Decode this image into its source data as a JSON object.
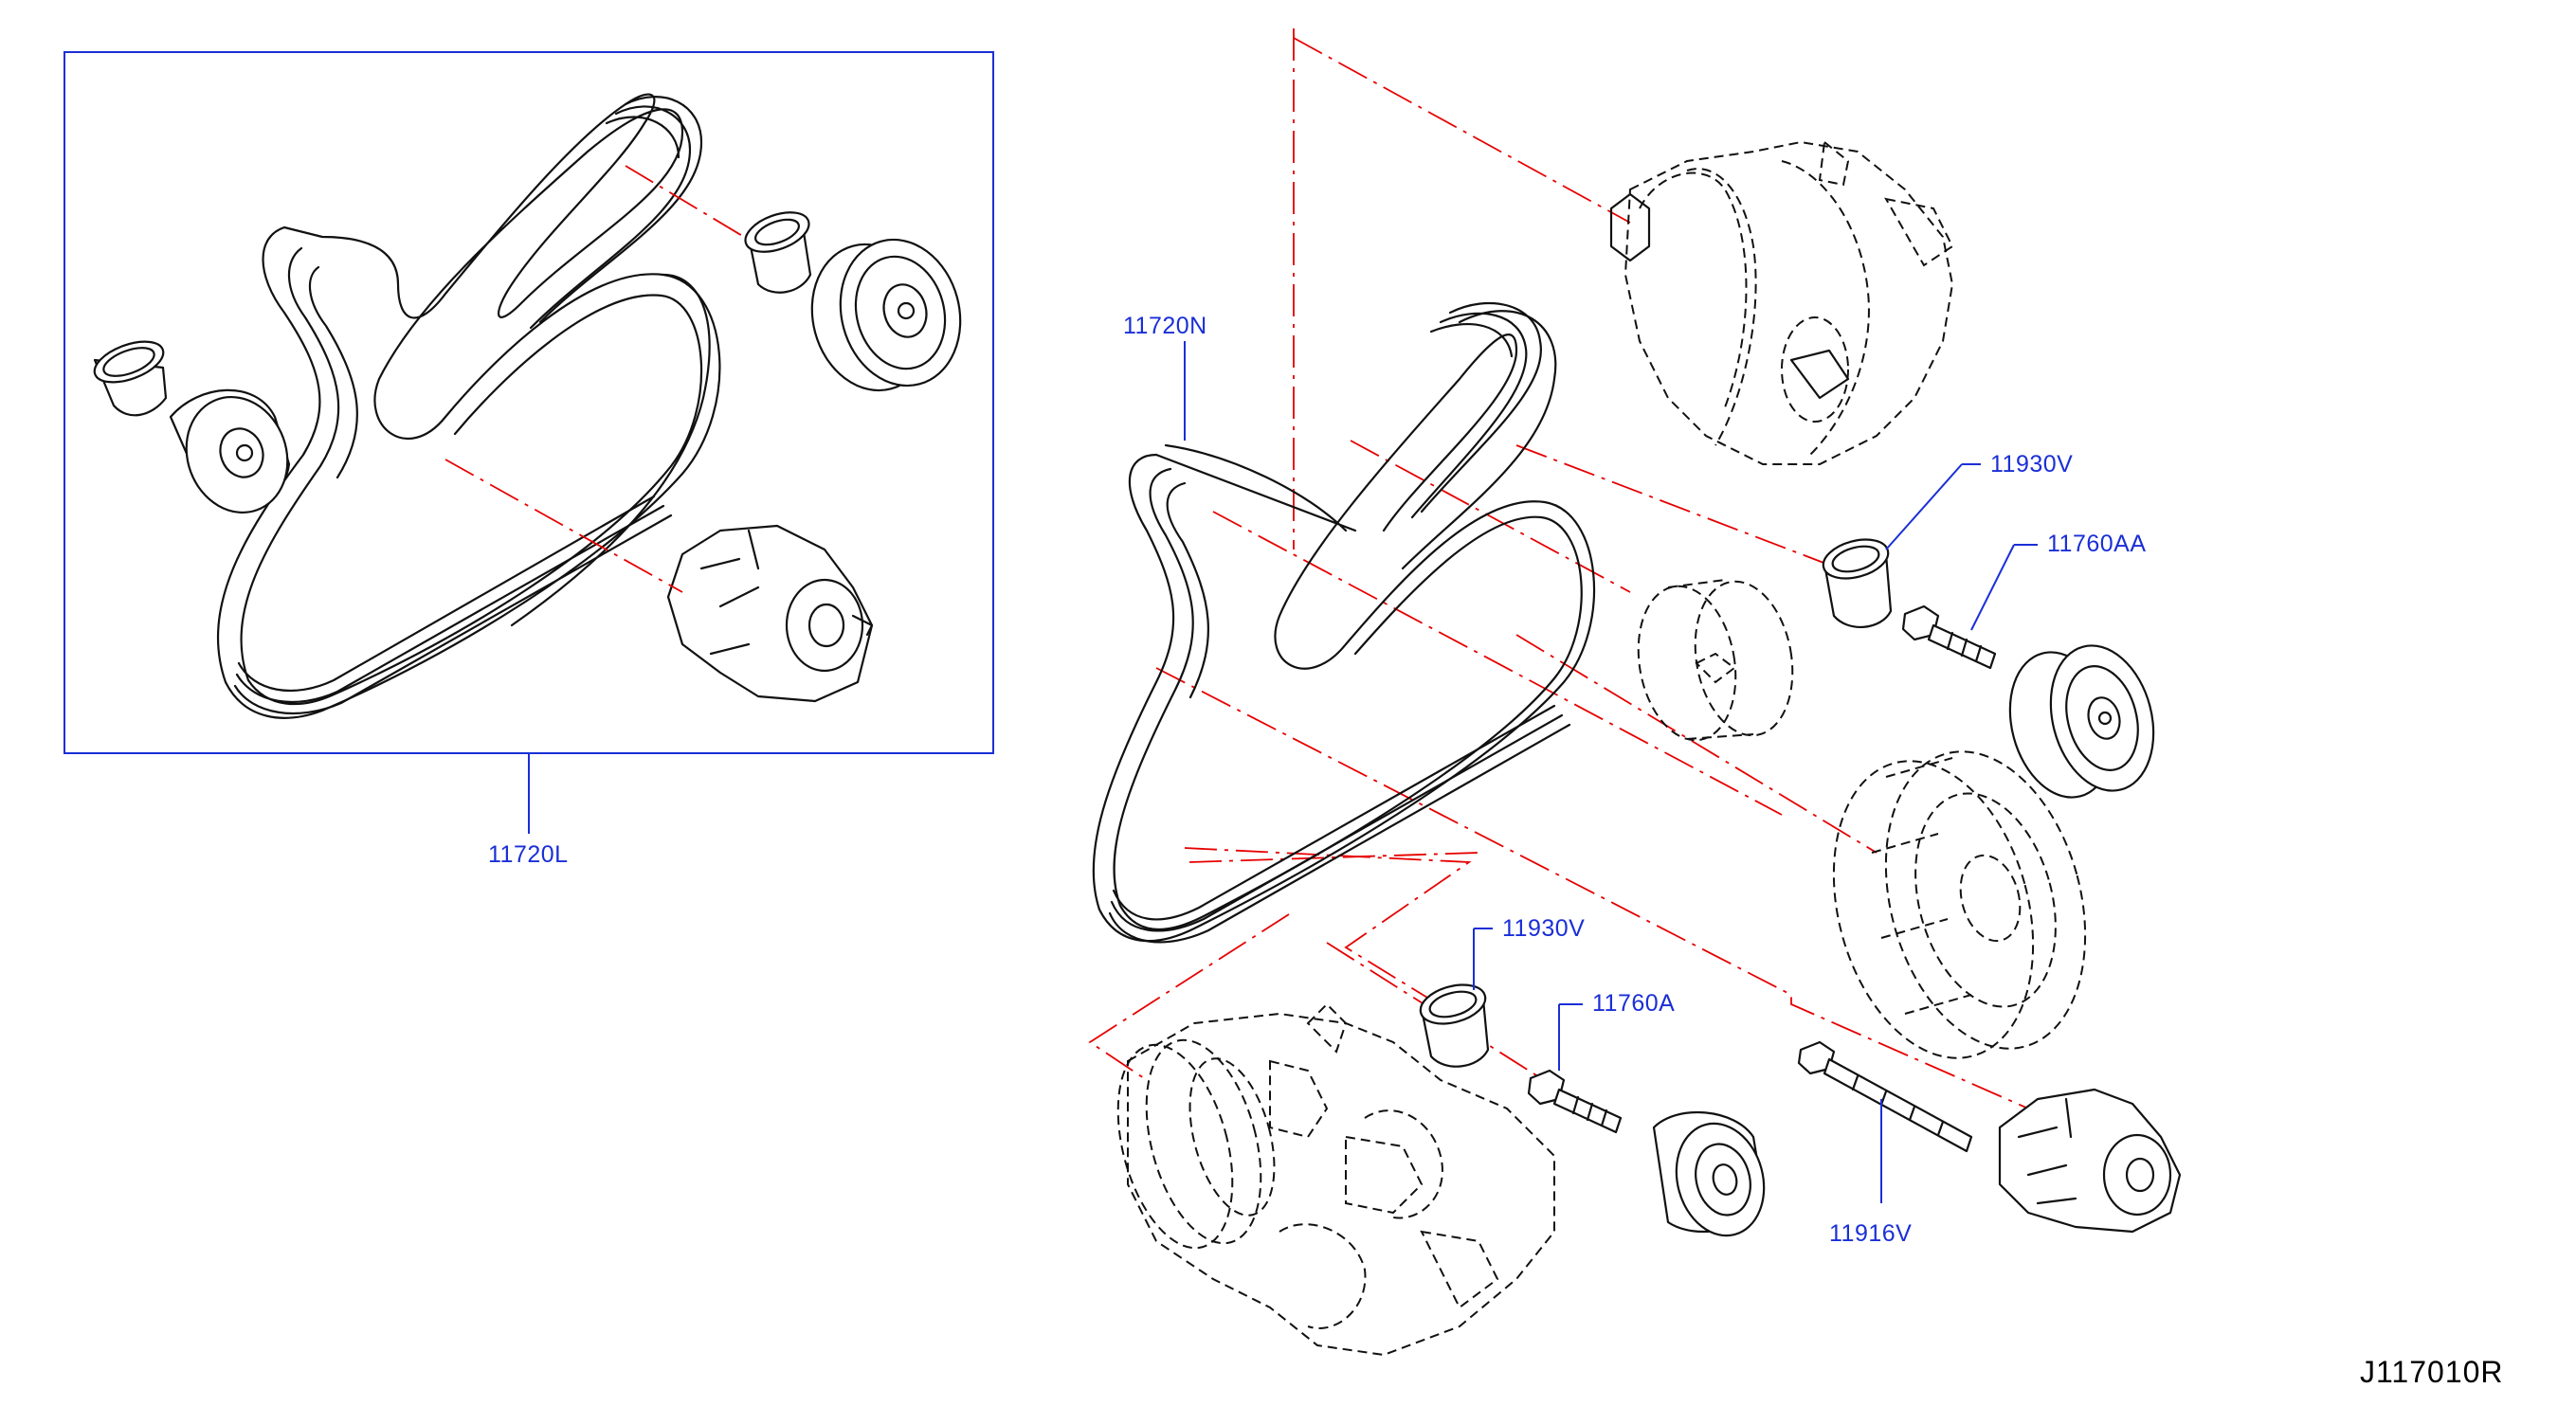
{
  "diagram_code": "J117010R",
  "parts": [
    {
      "id": "belt-kit",
      "label": "11720L"
    },
    {
      "id": "belt",
      "label": "11720N"
    },
    {
      "id": "pulley-cap-upper",
      "label": "11930V"
    },
    {
      "id": "idler-bolt-upper",
      "label": "11760AA"
    },
    {
      "id": "pulley-cap-lower",
      "label": "11930V"
    },
    {
      "id": "idler-bolt-lower",
      "label": "11760A"
    },
    {
      "id": "tensioner-bolt",
      "label": "11916V"
    }
  ],
  "colors": {
    "callout": "#1a2fd6",
    "centerline": "#e60000",
    "linework": "#111111"
  }
}
